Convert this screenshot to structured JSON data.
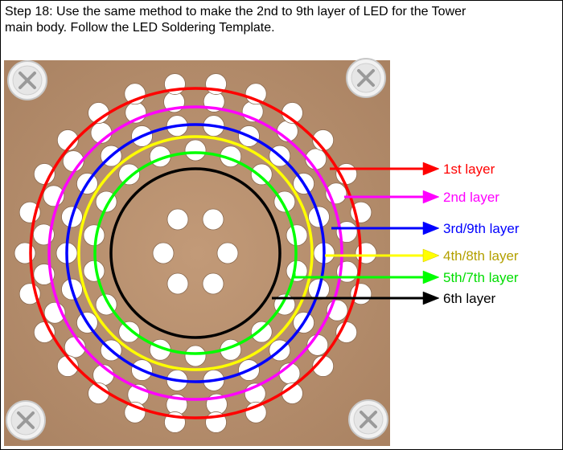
{
  "instruction": {
    "line1": "Step 18: Use the same method to make the 2nd to 9th layer of LED for the Tower",
    "line2": "main body. Follow the LED Soldering Template."
  },
  "board": {
    "color": "#b89070",
    "hole_color": "#ffffff",
    "screw_icon": "phillips-screw-icon"
  },
  "layers": [
    {
      "id": "layer-1",
      "label": "1st layer",
      "color": "#ff0000",
      "text_color": "#ff0000"
    },
    {
      "id": "layer-2",
      "label": "2nd layer",
      "color": "#ff00ff",
      "text_color": "#ff00ff"
    },
    {
      "id": "layer-3-9",
      "label": "3rd/9th layer",
      "color": "#0000ff",
      "text_color": "#0000ff"
    },
    {
      "id": "layer-4-8",
      "label": "4th/8th layer",
      "color": "#ffff00",
      "text_color": "#b3a000"
    },
    {
      "id": "layer-5-7",
      "label": "5th/7th layer",
      "color": "#00ff00",
      "text_color": "#00dd00"
    },
    {
      "id": "layer-6",
      "label": "6th layer",
      "color": "#000000",
      "text_color": "#000000"
    }
  ]
}
